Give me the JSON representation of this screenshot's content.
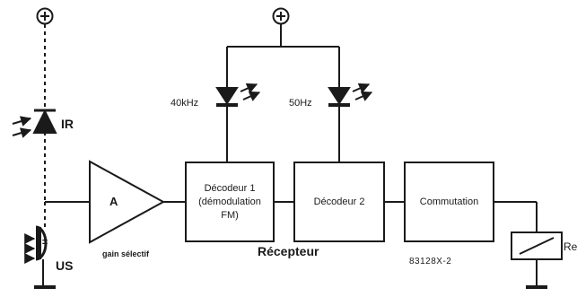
{
  "labels": {
    "ir": "IR",
    "us": "US",
    "amp": "A",
    "gain": "gain sélectif",
    "freq1": "40kHz",
    "freq2": "50Hz",
    "title": "Récepteur",
    "figure_id": "83128X-2",
    "relay": "Re"
  },
  "blocks": {
    "decoder1": [
      "Décodeur 1",
      "(démodulation",
      "FM)"
    ],
    "decoder2": "Décodeur 2",
    "switching": "Commutation"
  },
  "symbols": {
    "supply": "+",
    "us_symbol": "±"
  }
}
